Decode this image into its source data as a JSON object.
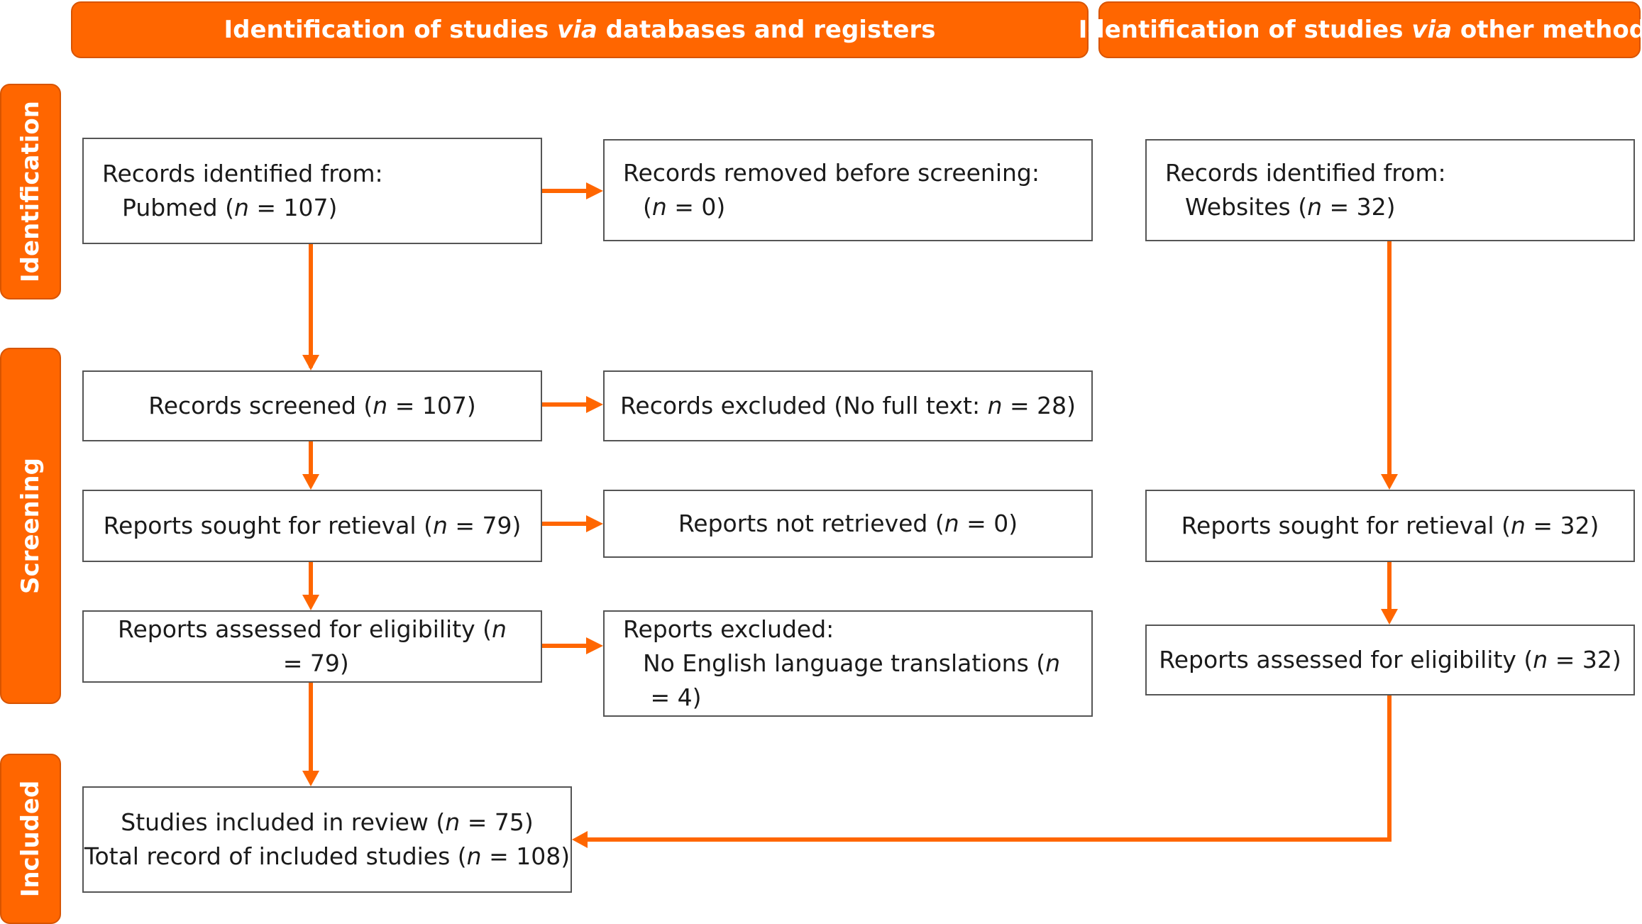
{
  "headers": {
    "databases": {
      "before": "Identification of studies ",
      "italic": "via",
      "after": " databases and registers"
    },
    "other": {
      "before": "Identification of studies ",
      "italic": "via",
      "after": " other methods"
    }
  },
  "stages": {
    "identification": "Identification",
    "screening": "Screening",
    "included": "Included"
  },
  "n_symbol": "n",
  "boxes": {
    "db_identified": {
      "line1": "Records identified from:",
      "prefix": "Pubmed (",
      "suffix": " = 107)"
    },
    "db_removed": {
      "line1": "Records removed before screening:",
      "prefix": "(",
      "suffix": " = 0)"
    },
    "other_identified": {
      "line1": "Records identified from:",
      "prefix": "Websites (",
      "suffix": " = 32)"
    },
    "db_screened": {
      "prefix": "Records screened (",
      "suffix": " = 107)"
    },
    "db_excluded": {
      "prefix": "Records excluded (No full text: ",
      "suffix": " = 28)"
    },
    "db_sought": {
      "prefix": "Reports sought for retieval (",
      "suffix": " = 79)"
    },
    "db_not_retrieved": {
      "prefix": "Reports not retrieved (",
      "suffix": " = 0)"
    },
    "other_sought": {
      "prefix": "Reports sought for retieval (",
      "suffix": " = 32)"
    },
    "db_assessed": {
      "prefix": "Reports assessed for eligibility (",
      "suffix": " = 79)"
    },
    "db_reports_excluded": {
      "line1": "Reports excluded:",
      "prefix": "No English language translations (",
      "suffix": " = 4)"
    },
    "other_assessed": {
      "prefix": "Reports assessed for eligibility (",
      "suffix": " = 32)"
    },
    "included": {
      "l1_prefix": "Studies included in review (",
      "l1_suffix": " = 75)",
      "l2_prefix": "Total record of included studies (",
      "l2_suffix": " = 108)"
    }
  },
  "colors": {
    "accent": "#ff6600",
    "box_border": "#555555",
    "text": "#1a1a1a"
  }
}
